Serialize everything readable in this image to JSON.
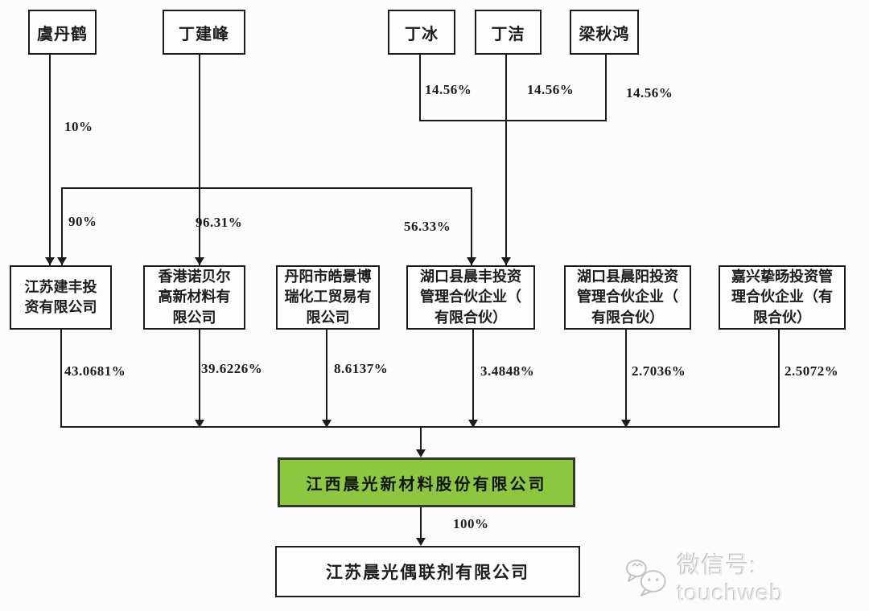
{
  "page": {
    "background": "#fcfcfc"
  },
  "colors": {
    "line": "#1c1c1c",
    "box_border": "#1c1c1c",
    "box_background": "#fdfdfd",
    "highlight_fill": "#8dc63f",
    "highlight_border": "#333c22",
    "watermark_gray": "#bdbdbd"
  },
  "nodes": {
    "yu_danhe": "虞丹鹤",
    "ding_jianfeng": "丁建峰",
    "ding_bing": "丁冰",
    "ding_jie": "丁洁",
    "liang_qiuhong": "梁秋鸿",
    "jiangsu_jianfeng": "江苏建丰投\n资有限公司",
    "hk_nobel": "香港诺贝尔\n高新材料有\n限公司",
    "danyang_haojingbo": "丹阳市皓景博\n瑞化工贸易有\n限公司",
    "hukou_chenfeng": "湖口县晨丰投资\n管理合伙企业（\n有限合伙）",
    "hukou_chenyang": "湖口县晨阳投资\n管理合伙企业（\n有限合伙）",
    "jiaxing_zhiyang": "嘉兴挚旸投资管\n理合伙企业（有\n限合伙）",
    "jiangxi_chenguang": "江西晨光新材料股份有限公司",
    "jiangsu_chenguang": "江苏晨光偶联剂有限公司"
  },
  "ownership_labels": {
    "yu_to_jianfeng_co": "10%",
    "ding_to_jianfeng_co": "90%",
    "ding_to_nobel": "96.31%",
    "ding_to_chenfeng": "56.33%",
    "dingbing_to_chenfeng": "14.56%",
    "dingjie_to_chenfeng": "14.56%",
    "liang_to_chenfeng": "14.56%",
    "jianfeng_to_parent": "43.0681%",
    "nobel_to_parent": "39.6226%",
    "danyang_to_parent": "8.6137%",
    "chenfeng_to_parent": "3.4848%",
    "chenyang_to_parent": "2.7036%",
    "zhiyang_to_parent": "2.5072%",
    "parent_to_subsidiary": "100%"
  },
  "watermark": {
    "text": "微信号: touchweb",
    "icon": "wechat-icon"
  }
}
